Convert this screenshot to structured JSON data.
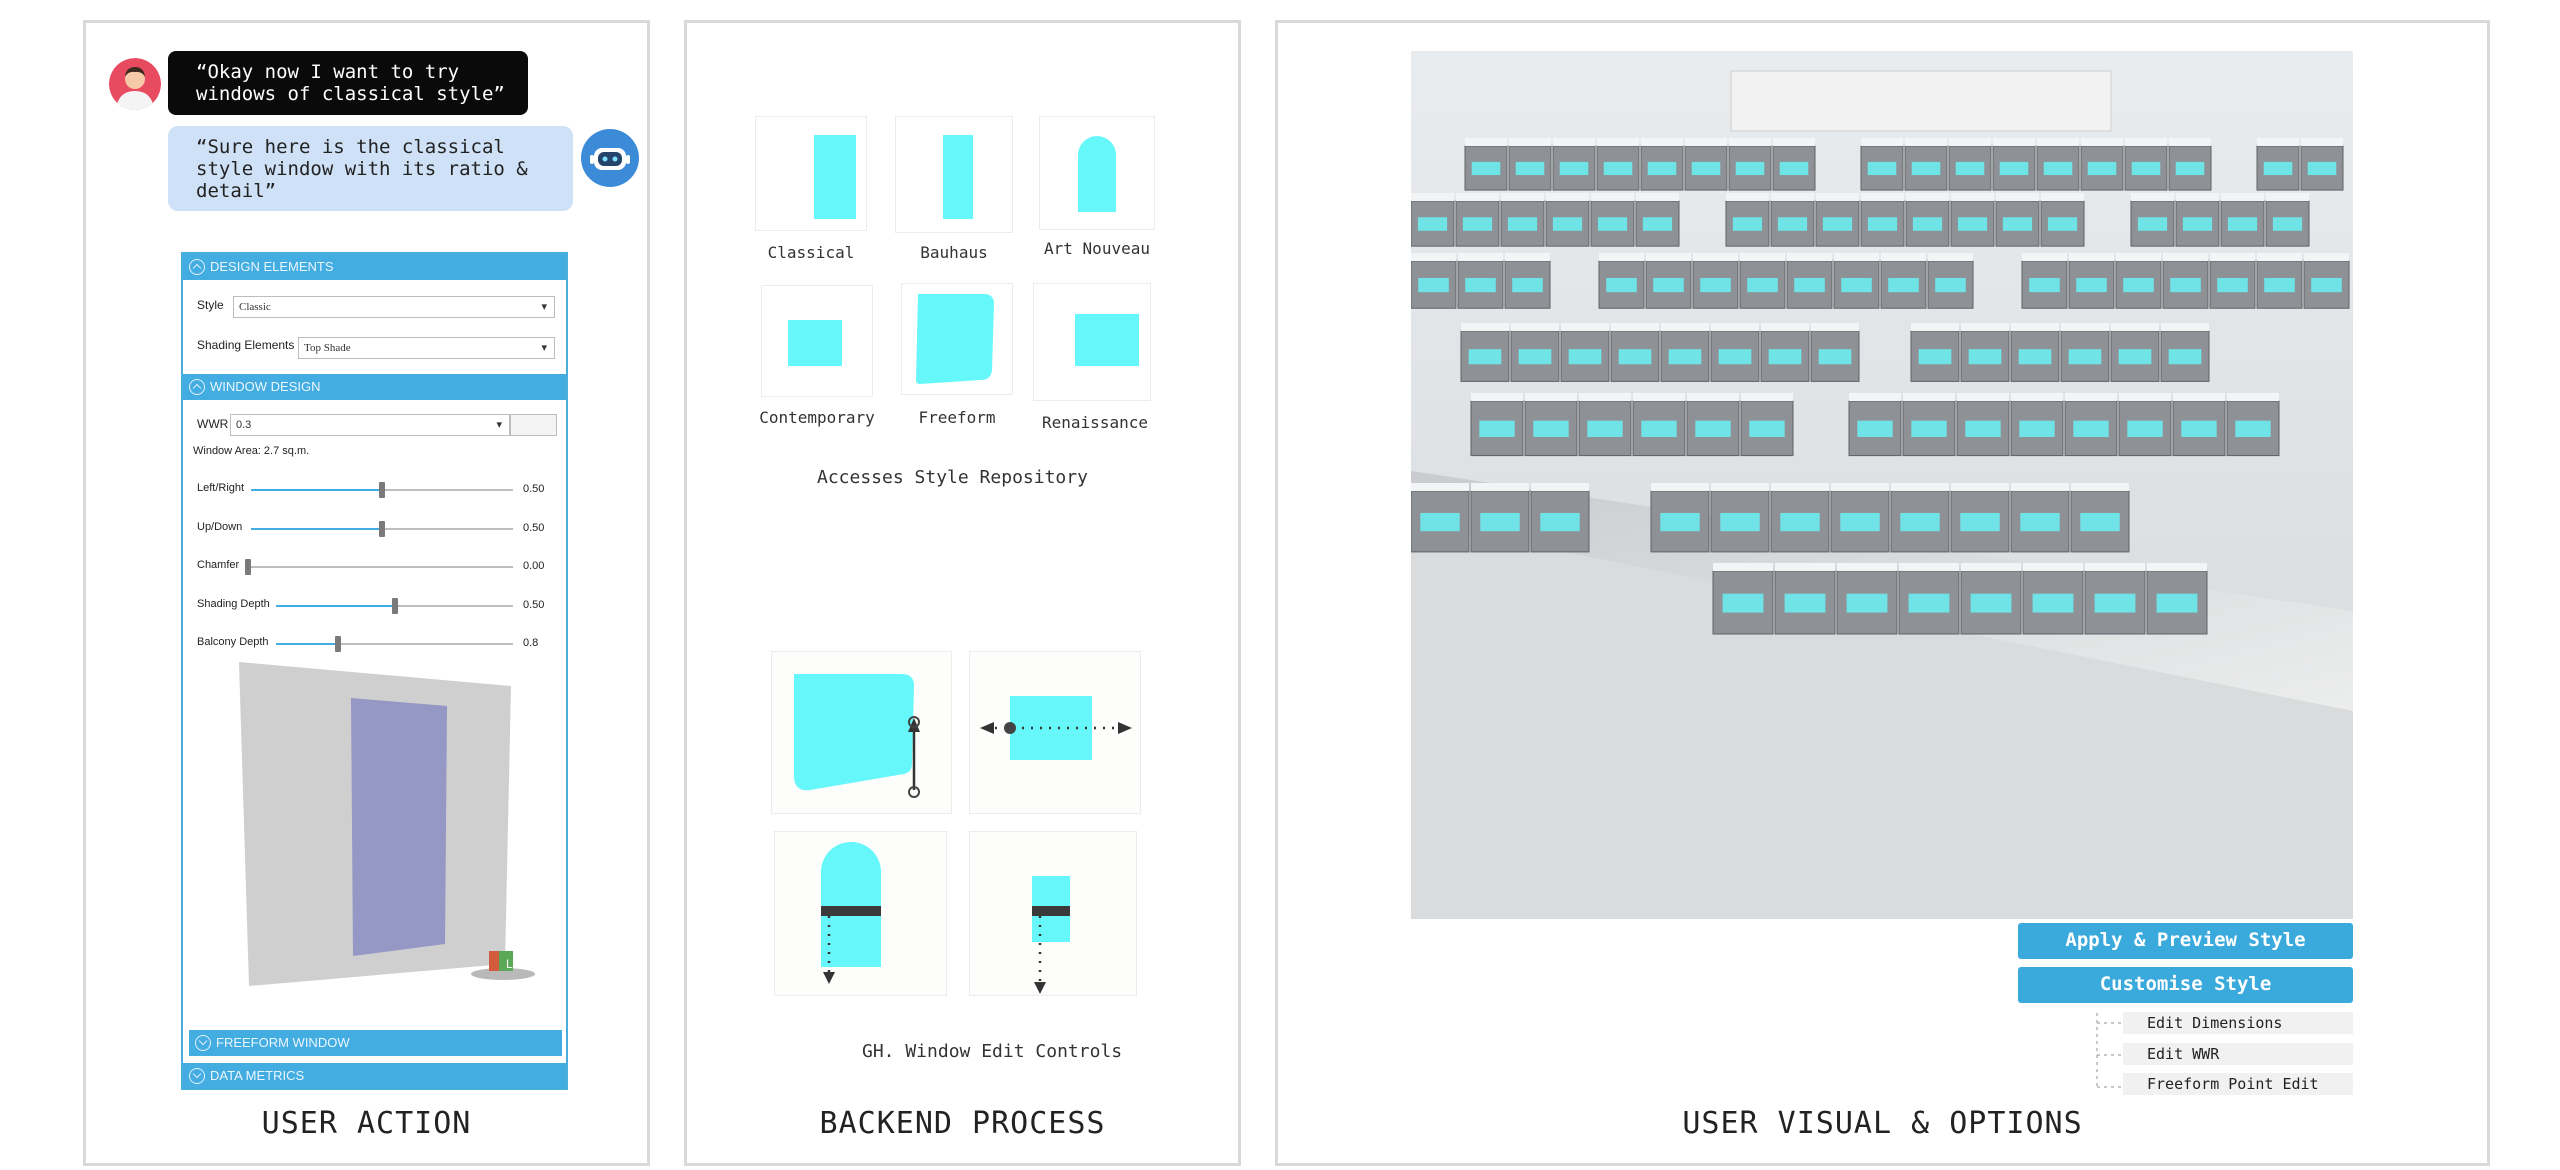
{
  "panels": {
    "left_title": "USER ACTION",
    "middle_title": "BACKEND PROCESS",
    "right_title": "USER VISUAL & OPTIONS"
  },
  "chat": {
    "user_message": "“Okay now I want to try\nwindows of classical style”",
    "bot_message": "“Sure here is the classical\nstyle window with its ratio &\ndetail”"
  },
  "ui": {
    "design_elements": "DESIGN ELEMENTS",
    "style_label": "Style",
    "style_value": "Classic",
    "shading_label": "Shading Elements",
    "shading_value": "Top Shade",
    "window_design": "WINDOW DESIGN",
    "wwr_label": "WWR",
    "wwr_value": "0.3",
    "window_area": "Window Area: 2.7 sq.m.",
    "sliders": [
      {
        "label": "Left/Right",
        "value": 0.5,
        "display": "0.50"
      },
      {
        "label": "Up/Down",
        "value": 0.5,
        "display": "0.50"
      },
      {
        "label": "Chamfer",
        "value": 0.0,
        "display": "0.00"
      },
      {
        "label": "Shading Depth",
        "value": 0.5,
        "display": "0.50"
      },
      {
        "label": "Balcony Depth",
        "value": 0.26,
        "display": "0.8"
      }
    ],
    "freeform_window": "FREEFORM WINDOW",
    "data_metrics": "DATA METRICS",
    "accent": "#43ace0"
  },
  "backend": {
    "styles": [
      "Classical",
      "Bauhaus",
      "Art Nouveau",
      "Contemporary",
      "Freeform",
      "Renaissance"
    ],
    "repository_caption": "Accesses Style Repository",
    "controls_caption": "GH. Window Edit Controls",
    "window_color": "#66f7fa"
  },
  "options": {
    "apply_button": "Apply & Preview Style",
    "customise_button": "Customise Style",
    "sub_options": [
      "Edit Dimensions",
      "Edit WWR",
      "Freeform Point Edit"
    ]
  }
}
